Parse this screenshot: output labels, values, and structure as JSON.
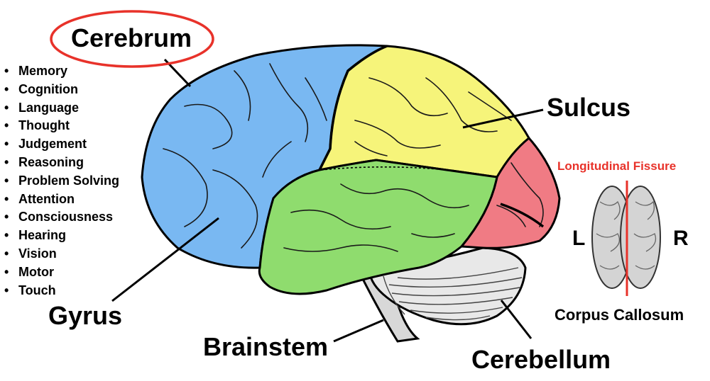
{
  "colors": {
    "frontal": "#79b8f2",
    "parietal": "#f6f47a",
    "temporal": "#8fdc6e",
    "occipital": "#f07b84",
    "cerebellum": "#e8e8e8",
    "brainstem": "#d8d8d8",
    "outline": "#000000",
    "accent_red": "#e8322a"
  },
  "labels": {
    "cerebrum": "Cerebrum",
    "sulcus": "Sulcus",
    "gyrus": "Gyrus",
    "brainstem": "Brainstem",
    "cerebellum": "Cerebellum",
    "longitudinal_fissure": "Longitudinal Fissure",
    "left": "L",
    "right": "R",
    "corpus_callosum": "Corpus Callosum"
  },
  "functions": [
    "Memory",
    "Cognition",
    "Language",
    "Thought",
    "Judgement",
    "Reasoning",
    "Problem Solving",
    "Attention",
    "Consciousness",
    "Hearing",
    "Vision",
    "Motor",
    "Touch"
  ]
}
